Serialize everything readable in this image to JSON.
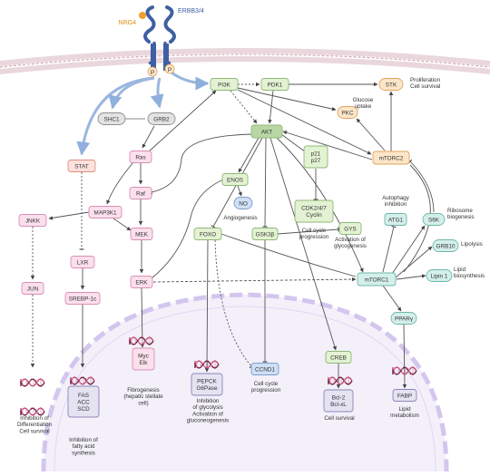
{
  "receptor": {
    "ligand": "NRG4",
    "name": "ERBB3/4",
    "p_left": "P",
    "p_right": "P"
  },
  "nodes": {
    "shc1": "SHC1",
    "grb2": "GRB2",
    "stat": "STAT",
    "ras": "Ras",
    "raf": "Raf",
    "map3k1": "MAP3K1",
    "jnkk": "JNKK",
    "jun": "JUN",
    "mek": "MEK",
    "erk": "ERK",
    "lxr": "LXR",
    "srebp1c": "SREBP-1c",
    "pi3k": "PI3K",
    "pdk1": "PDK1",
    "akt": "AKT",
    "enos": "ENOS",
    "no": "NO",
    "p21p27": [
      "p21",
      "p27"
    ],
    "cdk": [
      "CDK2/4/7",
      "Cyclin"
    ],
    "foxo": "FOXO",
    "gsk3b": "GSK3β",
    "gys": "GYS",
    "ccnd1": "CCND1",
    "creb": "CREB",
    "stk": "STK",
    "pkc": "PKC",
    "mtorc2": "mTORC2",
    "mtorc1": "mTORC1",
    "atg1": "ATG1",
    "s6k": "S6K",
    "grb10": "GRB10",
    "lipin1": "Lipin 1",
    "ppar": "PPARγ",
    "myc_elk": [
      "Myc",
      "Elk"
    ],
    "pepck": [
      "PEPCK",
      "G6Pase"
    ],
    "bcl2": [
      "Bcl-2",
      "Bcl-xL"
    ],
    "fas_acc": [
      "FAS",
      "ACC",
      "SCD"
    ],
    "fabp": "FABP"
  },
  "labels": {
    "proliferation": [
      "Proliferation",
      "Cell survival"
    ],
    "glucose_uptake": [
      "Glucose",
      "uptake"
    ],
    "angiogenesis": "Angiogenesis",
    "cell_cycle_1": [
      "Cell cycle",
      "progression"
    ],
    "glycogenesis": [
      "Activation of",
      "glycogenesis"
    ],
    "autophagy": [
      "Autophagy",
      "inhibition"
    ],
    "ribosome": [
      "Ribosome",
      "biogenesis"
    ],
    "lipolysis": "Lipolysis",
    "lipid_synthesis": [
      "Lipid",
      "biosynthesis"
    ],
    "inhibit_diff": [
      "Inhibition of",
      "Differentiation",
      "Cell survival"
    ],
    "inhibit_fatty": [
      "Inhibition of",
      "fatty acid",
      "synthesis"
    ],
    "fibrogenesis": [
      "Fibrogenesis",
      "(hepatic stellate",
      "cell)"
    ],
    "gluconeo": [
      "Inhibition",
      "of glycolysis",
      "Activation of",
      "gluconeogenesis"
    ],
    "cell_cycle_2": [
      "Cell cycle",
      "progression"
    ],
    "cell_survival": "Cell survival",
    "lipid_metab": [
      "Lipid",
      "metabolism"
    ]
  },
  "colors": {
    "blue": "#cfe0f5",
    "blue_stroke": "#7e9ccc",
    "green": "#e3f2d3",
    "green_stroke": "#8fb878",
    "green_dark": "#b9d7a6",
    "pink": "#fbe0ec",
    "pink_stroke": "#d88fb4",
    "orange": "#fde6c8",
    "orange_stroke": "#e0a45e",
    "teal": "#d4efea",
    "teal_stroke": "#6fb7a9",
    "lilac": "#e5e3f1",
    "lilac_stroke": "#8c86b8",
    "grey": "#e3e3e3",
    "grey_stroke": "#8f8f8f",
    "salmon": "#fde1dc",
    "salmon_stroke": "#de8e80",
    "membrane": "#e9a7b6",
    "nucleus": "#e8e4f4",
    "nucleus_stroke": "#b9a8dc"
  },
  "icons": [
    "receptor-icon",
    "dna-icon"
  ]
}
